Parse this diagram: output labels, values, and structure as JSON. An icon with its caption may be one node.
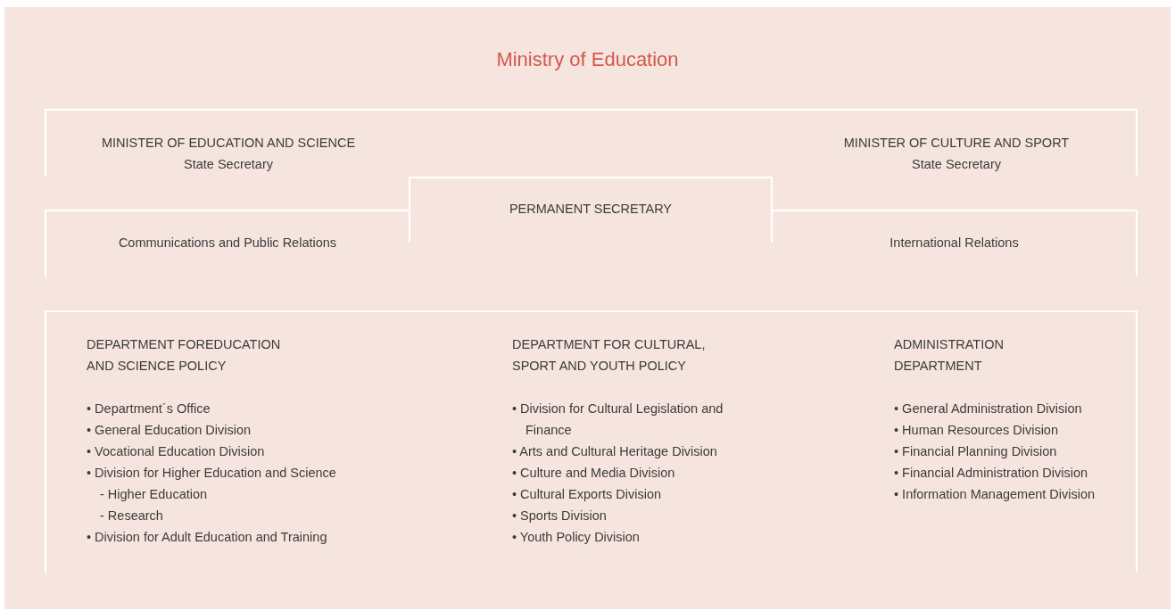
{
  "diagram": {
    "title": "Ministry of Education",
    "nodes": [
      {
        "text": [],
        "shape": "box"
      },
      {
        "text": [
          "MINISTER OF EDUCATION AND SCIENCE",
          "State Secretary"
        ],
        "in": 0
      },
      {
        "text": [
          "MINISTER OF CULTURE AND SPORT",
          "State Secretary"
        ],
        "in": 0
      },
      {
        "text": [
          "PERMANENT SECRETARY"
        ]
      },
      {
        "text": [
          "Communications and Public Relations"
        ]
      },
      {
        "text": [
          "International Relations"
        ]
      },
      {
        "text": [],
        "shape": "box"
      },
      {
        "text": [
          "DEPARTMENT FOREDUCATION AND SCIENCE POLICY",
          "• Department´s Office",
          "• General Education Division",
          "• Vocational Education Division",
          "• Division for Higher Education and Science",
          "- Higher Education",
          "- Research",
          "• Division for Adult Education and Training"
        ],
        "in": 6
      },
      {
        "text": [
          "DEPARTMENT FOR CULTURAL, SPORT AND YOUTH POLICY",
          "• Division for Cultural Legislation and Finance",
          "• Arts and Cultural Heritage Division",
          "• Culture and Media Division",
          "• Cultural Exports Division",
          "• Sports Division",
          "• Youth Policy Division"
        ],
        "in": 6
      },
      {
        "text": [
          "ADMINISTRATION DEPARTMENT",
          "• General Administration Division",
          "• Human Resources Division",
          "• Financial Planning Division",
          "• Financial Administration Division",
          "• Information Management Division"
        ],
        "in": 6
      }
    ]
  }
}
